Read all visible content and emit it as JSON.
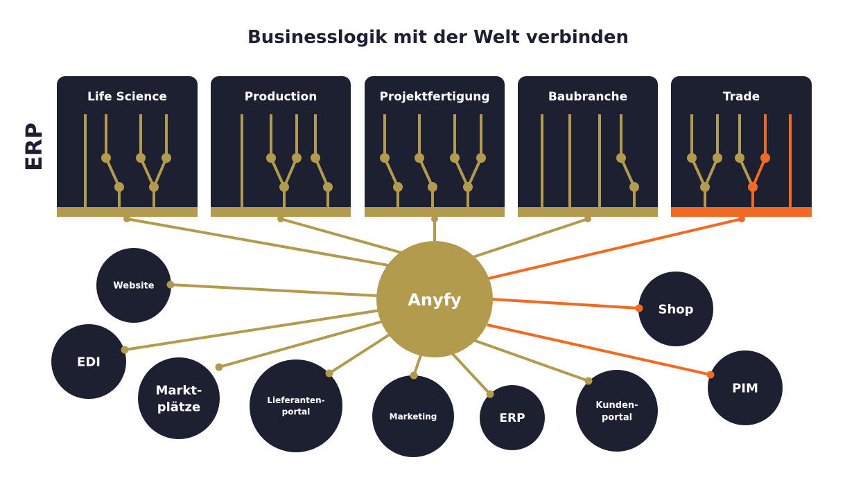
{
  "title": "Businesslogik mit der Welt verbinden",
  "side_label": "ERP",
  "hub": {
    "label": "Anyfy"
  },
  "colors": {
    "navy": "#1c2030",
    "gold": "#b39b4d",
    "orange": "#f26a21",
    "white": "#ffffff"
  },
  "panels": [
    {
      "label": "Life Science",
      "highlight": false
    },
    {
      "label": "Production",
      "highlight": false
    },
    {
      "label": "Projektfertigung",
      "highlight": false
    },
    {
      "label": "Baubranche",
      "highlight": false
    },
    {
      "label": "Trade",
      "highlight": true
    }
  ],
  "nodes": [
    {
      "id": "website",
      "lines": [
        "Website"
      ],
      "highlight": false
    },
    {
      "id": "edi",
      "lines": [
        "EDI"
      ],
      "highlight": false
    },
    {
      "id": "marktplaetze",
      "lines": [
        "Markt-",
        "plätze"
      ],
      "highlight": false
    },
    {
      "id": "lieferantenportal",
      "lines": [
        "Lieferanten-",
        "portal"
      ],
      "highlight": false
    },
    {
      "id": "marketing",
      "lines": [
        "Marketing"
      ],
      "highlight": false
    },
    {
      "id": "erp",
      "lines": [
        "ERP"
      ],
      "highlight": false
    },
    {
      "id": "kundenportal",
      "lines": [
        "Kunden-",
        "portal"
      ],
      "highlight": false
    },
    {
      "id": "shop",
      "lines": [
        "Shop"
      ],
      "highlight": true
    },
    {
      "id": "pim",
      "lines": [
        "PIM"
      ],
      "highlight": true
    }
  ]
}
